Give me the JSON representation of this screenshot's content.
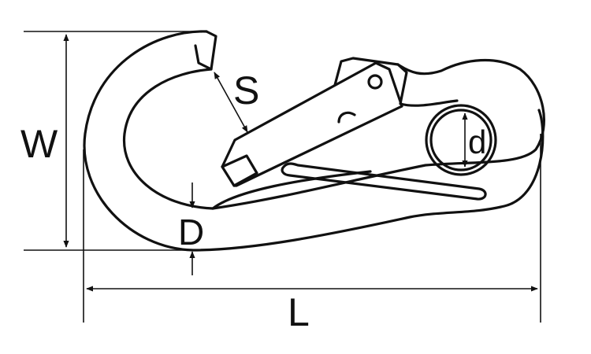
{
  "diagram": {
    "labels": {
      "width": "W",
      "gate_opening": "S",
      "wire_diameter": "D",
      "eye_diameter": "d",
      "length": "L"
    },
    "colors": {
      "ink": "#111111",
      "background": "#ffffff"
    }
  }
}
